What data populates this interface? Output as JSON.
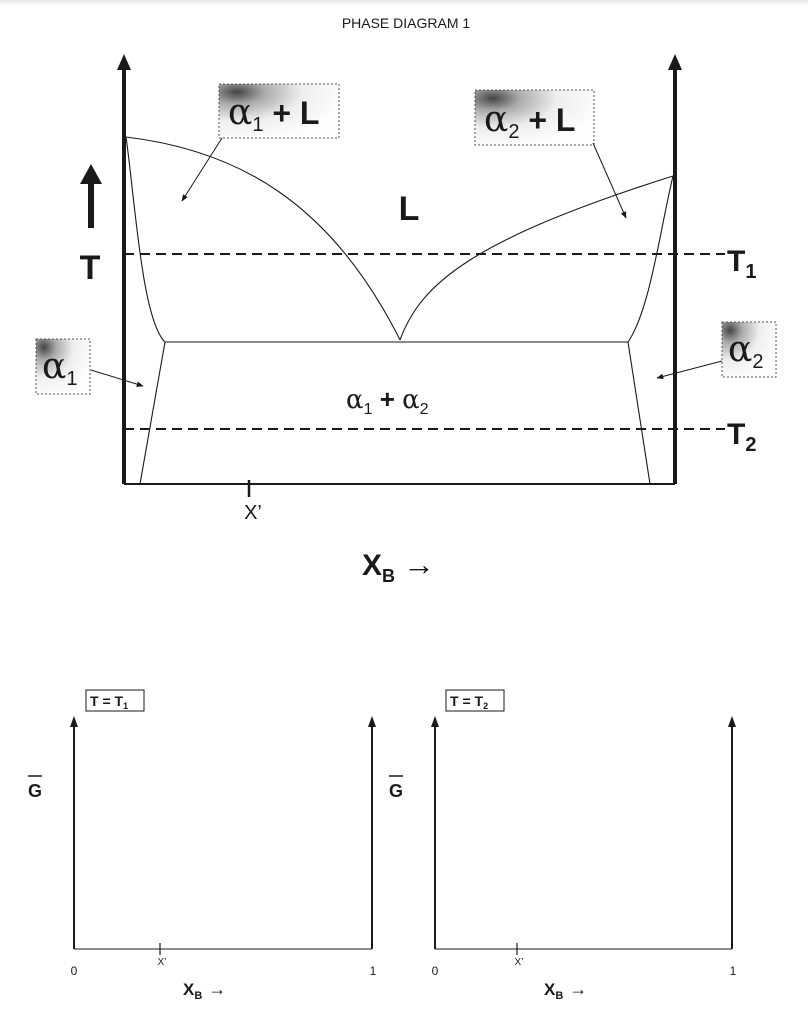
{
  "page": {
    "title": "PHASE DIAGRAM 1"
  },
  "phase_diagram": {
    "regions": {
      "liquid": "L",
      "alpha1_liquid": {
        "sym": "α",
        "sub": "1",
        "tail": " + L"
      },
      "alpha2_liquid": {
        "sym": "α",
        "sub": "2",
        "tail": " + L"
      },
      "alpha1": {
        "sym": "α",
        "sub": "1"
      },
      "alpha2": {
        "sym": "α",
        "sub": "2"
      },
      "two_solid": {
        "a": "α",
        "a_sub": "1",
        "plus": " + ",
        "b": "α",
        "b_sub": "2"
      }
    },
    "y_axis": {
      "label": "T"
    },
    "isotherms": {
      "t1": {
        "main": "T",
        "sub": "1"
      },
      "t2": {
        "main": "T",
        "sub": "2"
      }
    },
    "composition_marker": "X’",
    "x_axis": {
      "main": "X",
      "sub": "B",
      "arrow": "→"
    }
  },
  "free_energy_plots": [
    {
      "box": {
        "pre": "T = T",
        "sub": "1"
      },
      "y_label": "G",
      "x_min": "0",
      "x_max": "1",
      "marker": "X’",
      "x_axis": {
        "main": "X",
        "sub": "B",
        "arrow": "→"
      }
    },
    {
      "box": {
        "pre": "T = T",
        "sub": "2"
      },
      "y_label": "G",
      "x_min": "0",
      "x_max": "1",
      "marker": "X’",
      "x_axis": {
        "main": "X",
        "sub": "B",
        "arrow": "→"
      }
    }
  ],
  "colors": {
    "ink": "#1a1a1a",
    "background": "#ffffff"
  }
}
